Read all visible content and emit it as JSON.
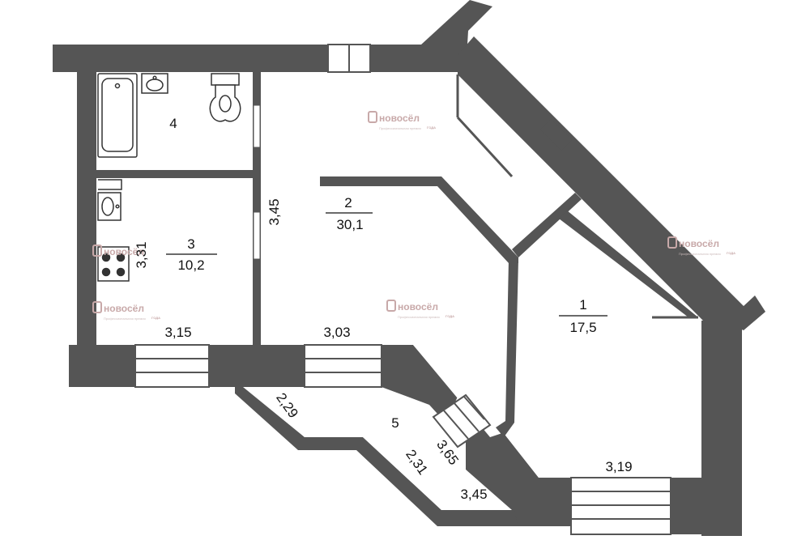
{
  "colors": {
    "wall": "#555555",
    "wall_dark": "#454545",
    "floor": "#ffffff",
    "line": "#2a2a2a",
    "watermark": "#c8a9a9"
  },
  "rooms": [
    {
      "id": "room-1",
      "number": "1",
      "area": "17,5"
    },
    {
      "id": "room-2",
      "number": "2",
      "area": "30,1"
    },
    {
      "id": "room-3",
      "number": "3",
      "area": "10,2"
    },
    {
      "id": "room-4",
      "number": "4",
      "area": ""
    },
    {
      "id": "room-5",
      "number": "5",
      "area": ""
    }
  ],
  "dimensions": {
    "d_3_45_vertical": "3,45",
    "d_3_31": "3,31",
    "d_3_15": "3,15",
    "d_3_03": "3,03",
    "d_2_29": "2,29",
    "d_2_31": "2,31",
    "d_3_65": "3,65",
    "d_3_45_balcony": "3,45",
    "d_3_19": "3,19"
  },
  "watermark": {
    "brand": "новосёл",
    "badge": "ГОДА"
  },
  "icons": [
    "bathtub-icon",
    "washbasin-icon",
    "toilet-icon",
    "kitchen-sink-icon",
    "stove-icon"
  ]
}
